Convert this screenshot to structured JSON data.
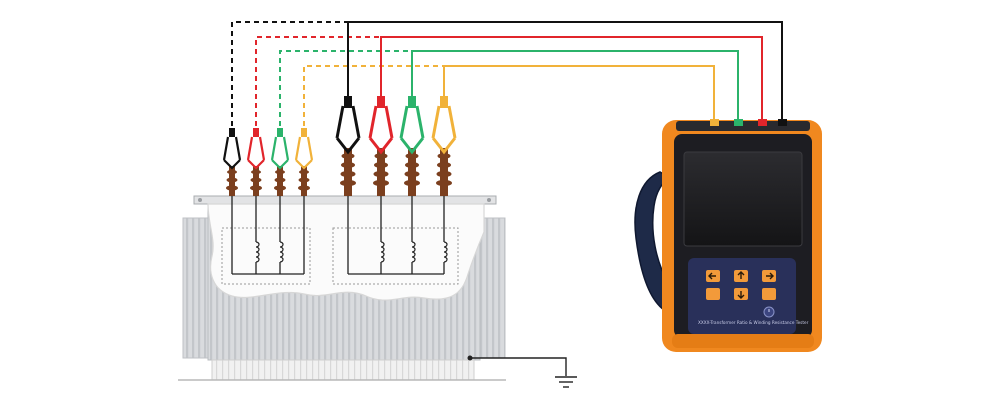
{
  "diagram": {
    "device_panel_label": "XXXX-Transformer Ratio & Winding Resistance Tester",
    "colors": {
      "lead_black": "#111111",
      "lead_red": "#e1252b",
      "lead_green": "#2bb36b",
      "lead_yellow": "#f1b23a",
      "device_orange": "#f0881f",
      "device_body": "#1d1d22",
      "bushing_brown": "#7b3f1e",
      "transformer_gray": "#cfd1d4"
    },
    "leads": [
      {
        "name": "lead-black",
        "color": "lead_black"
      },
      {
        "name": "lead-red",
        "color": "lead_red"
      },
      {
        "name": "lead-green",
        "color": "lead_green"
      },
      {
        "name": "lead-yellow",
        "color": "lead_yellow"
      }
    ],
    "keypad_icons": [
      "arrow-left-icon",
      "arrow-up-icon",
      "arrow-right-icon",
      "cancel-key-icon",
      "arrow-down-icon",
      "enter-key-icon"
    ]
  }
}
